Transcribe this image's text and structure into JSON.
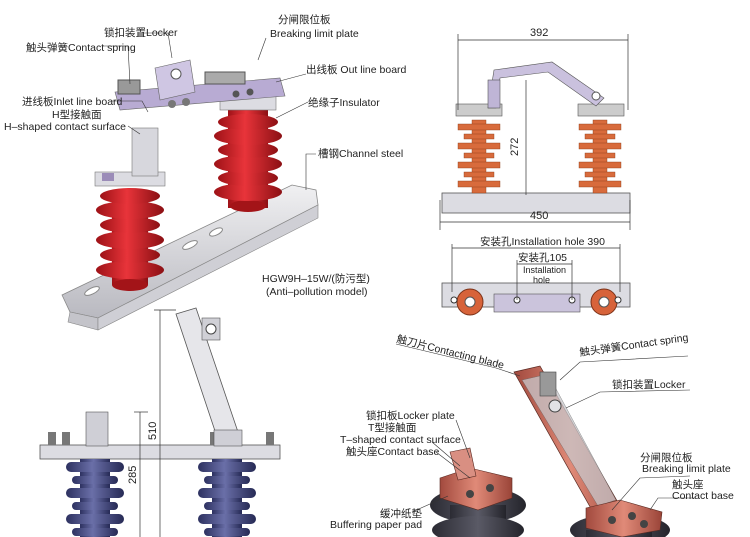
{
  "top_left": {
    "labels": {
      "locker": "锁扣装置Locker",
      "contact_spring": "触头弹簧Contact spring",
      "limit_cn": "分闸限位板",
      "limit_en": "Breaking limit plate",
      "out_line": "出线板 Out line board",
      "in_line": "进线板Inlet line board",
      "h_contact_cn": "H型接触面",
      "h_contact_en": "H–shaped contact surface",
      "insulator": "绝缘子Insulator",
      "channel": "槽钢Channel steel"
    },
    "model_cn": "HGW9H–15W/(防污型)",
    "model_en": "(Anti–pollution model)"
  },
  "top_right": {
    "dim_width": "392",
    "dim_height": "272",
    "dim_base": "450",
    "install_hole": "安装孔Installation hole 390",
    "hole_cn": "安装孔105",
    "hole_en1": "Installation",
    "hole_en2": "hole"
  },
  "bottom_left": {
    "dim_510": "510",
    "dim_285": "285"
  },
  "bottom_right": {
    "labels": {
      "contacting_blade": "触刀片Contacting blade",
      "contact_spring": "触头弹簧Contact spring",
      "locker": "锁扣装置Locker",
      "locker_plate": "锁扣板Locker plate",
      "t_contact_cn": "T型接触面",
      "t_contact_en": "T–shaped contact surface",
      "contact_base": "触头座Contact base",
      "limit_cn": "分闸限位板",
      "limit_en": "Breaking limit plate",
      "contact_base2_cn": "触头座",
      "contact_base2_en": "Contact base",
      "buffer_cn": "缓冲纸垫",
      "buffer_en": "Buffering paper pad"
    }
  },
  "colors": {
    "insulator_red": "#d8232a",
    "insulator_blue": "#4a4f85",
    "steel": "#d9d9dc",
    "copper": "#c7665a"
  }
}
